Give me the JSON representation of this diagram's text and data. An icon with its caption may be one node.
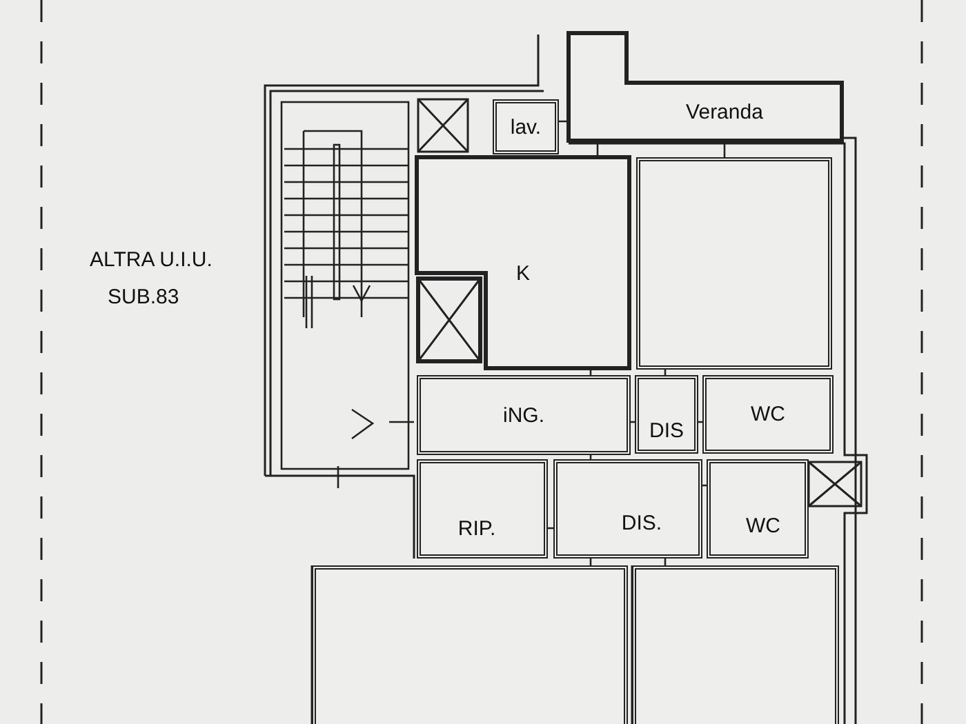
{
  "diagram": {
    "nodes": [
      {
        "text": [
          "lav."
        ]
      },
      {
        "text": [
          "Veranda"
        ]
      },
      {
        "text": [
          "K"
        ]
      },
      {
        "text": [],
        "shape": "box"
      },
      {
        "text": [
          "iNG."
        ]
      },
      {
        "text": [
          "DIS"
        ]
      },
      {
        "text": [
          "WC"
        ]
      },
      {
        "text": [
          "RIP."
        ]
      },
      {
        "text": [
          "DIS."
        ]
      },
      {
        "text": [
          "WC"
        ]
      },
      {
        "text": [],
        "shape": "box"
      },
      {
        "text": [],
        "shape": "box"
      }
    ],
    "labels": [
      "ALTRA U.I.U.",
      "SUB.83"
    ]
  }
}
